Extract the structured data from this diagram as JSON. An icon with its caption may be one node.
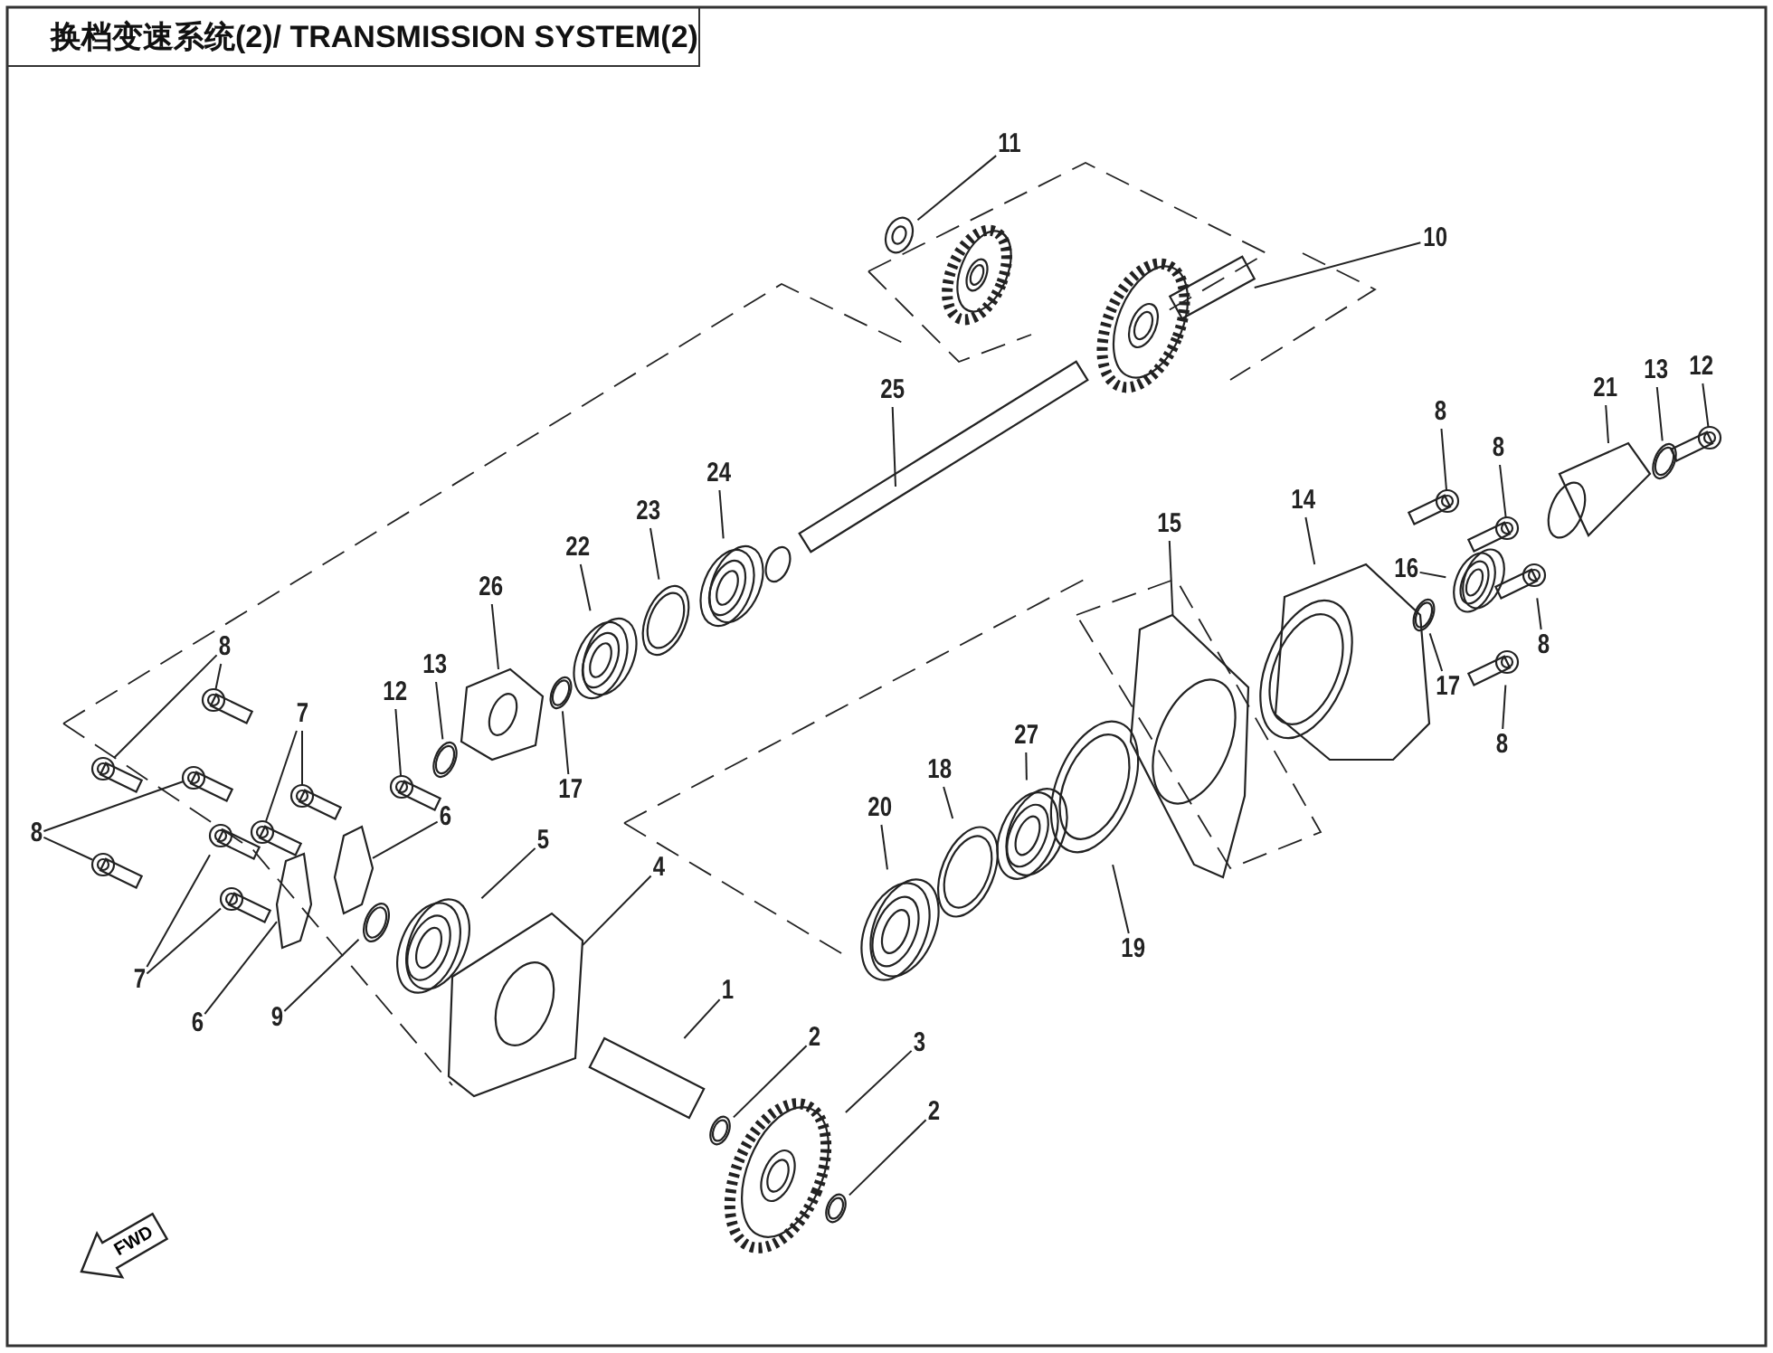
{
  "diagram": {
    "title": "换档变速系统(2)/ TRANSMISSION SYSTEM(2)",
    "nodes": [
      {
        "text": [
          "11"
        ]
      },
      {
        "text": [
          "10"
        ]
      },
      {
        "text": [
          "25"
        ]
      },
      {
        "text": [
          "24"
        ]
      },
      {
        "text": [
          "23"
        ]
      },
      {
        "text": [
          "22"
        ]
      },
      {
        "text": [
          "26"
        ]
      },
      {
        "text": [
          "13"
        ]
      },
      {
        "text": [
          "12"
        ]
      },
      {
        "text": [
          "17"
        ]
      },
      {
        "text": [
          "8"
        ]
      },
      {
        "text": [
          "7"
        ]
      },
      {
        "text": [
          "8"
        ]
      },
      {
        "text": [
          "7"
        ]
      },
      {
        "text": [
          "6"
        ]
      },
      {
        "text": [
          "5"
        ]
      },
      {
        "text": [
          "4"
        ]
      },
      {
        "text": [
          "9"
        ]
      },
      {
        "text": [
          "6"
        ]
      },
      {
        "text": [
          "1"
        ]
      },
      {
        "text": [
          "2"
        ]
      },
      {
        "text": [
          "3"
        ]
      },
      {
        "text": [
          "2"
        ]
      },
      {
        "text": [
          "20"
        ]
      },
      {
        "text": [
          "18"
        ]
      },
      {
        "text": [
          "27"
        ]
      },
      {
        "text": [
          "19"
        ]
      },
      {
        "text": [
          "15"
        ]
      },
      {
        "text": [
          "14"
        ]
      },
      {
        "text": [
          "16"
        ]
      },
      {
        "text": [
          "17"
        ]
      },
      {
        "text": [
          "8"
        ]
      },
      {
        "text": [
          "8"
        ]
      },
      {
        "text": [
          "8"
        ]
      },
      {
        "text": [
          "8"
        ]
      },
      {
        "text": [
          "21"
        ]
      },
      {
        "text": [
          "13"
        ]
      },
      {
        "text": [
          "12"
        ]
      },
      {
        "text": [],
        "shape": "picture"
      },
      {
        "text": [],
        "shape": "picture"
      },
      {
        "text": [],
        "shape": "picture"
      },
      {
        "text": [],
        "shape": "picture"
      },
      {
        "text": [],
        "shape": "picture"
      },
      {
        "text": [],
        "shape": "picture"
      },
      {
        "text": [],
        "shape": "picture"
      },
      {
        "text": [],
        "shape": "picture"
      },
      {
        "text": [],
        "shape": "picture"
      },
      {
        "text": [],
        "shape": "picture"
      },
      {
        "text": [],
        "shape": "picture"
      },
      {
        "text": [],
        "shape": "picture"
      },
      {
        "text": [],
        "shape": "picture"
      },
      {
        "text": [],
        "shape": "picture"
      },
      {
        "text": [],
        "shape": "picture"
      },
      {
        "text": [],
        "shape": "picture"
      },
      {
        "text": [],
        "shape": "picture"
      },
      {
        "text": [],
        "shape": "picture"
      },
      {
        "text": [],
        "shape": "picture"
      },
      {
        "text": [],
        "shape": "picture"
      },
      {
        "text": [],
        "shape": "picture"
      },
      {
        "text": [],
        "shape": "picture"
      },
      {
        "text": [],
        "shape": "picture"
      },
      {
        "text": [],
        "shape": "picture"
      },
      {
        "text": [],
        "shape": "picture"
      },
      {
        "text": [],
        "shape": "picture"
      },
      {
        "text": [],
        "shape": "picture"
      },
      {
        "text": [],
        "shape": "picture"
      },
      {
        "text": [],
        "shape": "picture"
      },
      {
        "text": [],
        "shape": "picture"
      },
      {
        "text": [],
        "shape": "picture"
      },
      {
        "text": [],
        "shape": "picture"
      },
      {
        "text": [],
        "shape": "picture"
      },
      {
        "text": [],
        "shape": "picture"
      },
      {
        "text": [],
        "shape": "picture"
      },
      {
        "text": [],
        "shape": "picture"
      },
      {
        "text": [],
        "shape": "picture"
      },
      {
        "text": [],
        "shape": "picture"
      },
      {
        "text": [],
        "shape": "picture"
      },
      {
        "text": [],
        "shape": "picture"
      },
      {
        "text": [],
        "shape": "picture"
      },
      {
        "text": [],
        "shape": "picture"
      }
    ],
    "edges": [
      {
        "from": 0,
        "to": 38,
        "arrow": "none"
      },
      {
        "from": 1,
        "to": 39,
        "arrow": "none"
      },
      {
        "from": 2,
        "to": 40,
        "arrow": "none"
      },
      {
        "from": 3,
        "to": 41,
        "arrow": "none"
      },
      {
        "from": 4,
        "to": 42,
        "arrow": "none"
      },
      {
        "from": 5,
        "to": 43,
        "arrow": "none"
      },
      {
        "from": 6,
        "to": 44,
        "arrow": "none"
      },
      {
        "from": 7,
        "to": 45,
        "arrow": "none"
      },
      {
        "from": 8,
        "to": 46,
        "arrow": "none"
      },
      {
        "from": 9,
        "to": 47,
        "arrow": "none"
      },
      {
        "from": 10,
        "to": 48,
        "arrow": "none"
      },
      {
        "from": 10,
        "to": 49,
        "arrow": "none"
      },
      {
        "from": 11,
        "to": 50,
        "arrow": "none"
      },
      {
        "from": 11,
        "to": 51,
        "arrow": "none"
      },
      {
        "from": 12,
        "to": 52,
        "arrow": "none"
      },
      {
        "from": 12,
        "to": 53,
        "arrow": "none"
      },
      {
        "from": 13,
        "to": 54,
        "arrow": "none"
      },
      {
        "from": 13,
        "to": 55,
        "arrow": "none"
      },
      {
        "from": 14,
        "to": 56,
        "arrow": "none"
      },
      {
        "from": 15,
        "to": 57,
        "arrow": "none"
      },
      {
        "from": 16,
        "to": 58,
        "arrow": "none"
      },
      {
        "from": 17,
        "to": 59,
        "arrow": "none"
      },
      {
        "from": 18,
        "to": 60,
        "arrow": "none"
      },
      {
        "from": 19,
        "to": 61,
        "arrow": "none"
      },
      {
        "from": 20,
        "to": 62,
        "arrow": "none"
      },
      {
        "from": 21,
        "to": 63,
        "arrow": "none"
      },
      {
        "from": 22,
        "to": 64,
        "arrow": "none"
      },
      {
        "from": 23,
        "to": 65,
        "arrow": "none"
      },
      {
        "from": 24,
        "to": 66,
        "arrow": "none"
      },
      {
        "from": 25,
        "to": 67,
        "arrow": "none"
      },
      {
        "from": 26,
        "to": 68,
        "arrow": "none"
      },
      {
        "from": 27,
        "to": 69,
        "arrow": "none"
      },
      {
        "from": 28,
        "to": 70,
        "arrow": "none"
      },
      {
        "from": 29,
        "to": 71,
        "arrow": "none"
      },
      {
        "from": 30,
        "to": 72,
        "arrow": "none"
      },
      {
        "from": 31,
        "to": 73,
        "arrow": "none"
      },
      {
        "from": 32,
        "to": 74,
        "arrow": "none"
      },
      {
        "from": 33,
        "to": 75,
        "arrow": "none"
      },
      {
        "from": 34,
        "to": 76,
        "arrow": "none"
      },
      {
        "from": 35,
        "to": 77,
        "arrow": "none"
      },
      {
        "from": 36,
        "to": 78,
        "arrow": "none"
      },
      {
        "from": 37,
        "to": 79,
        "arrow": "none"
      }
    ],
    "labels": [
      "FWD"
    ]
  }
}
